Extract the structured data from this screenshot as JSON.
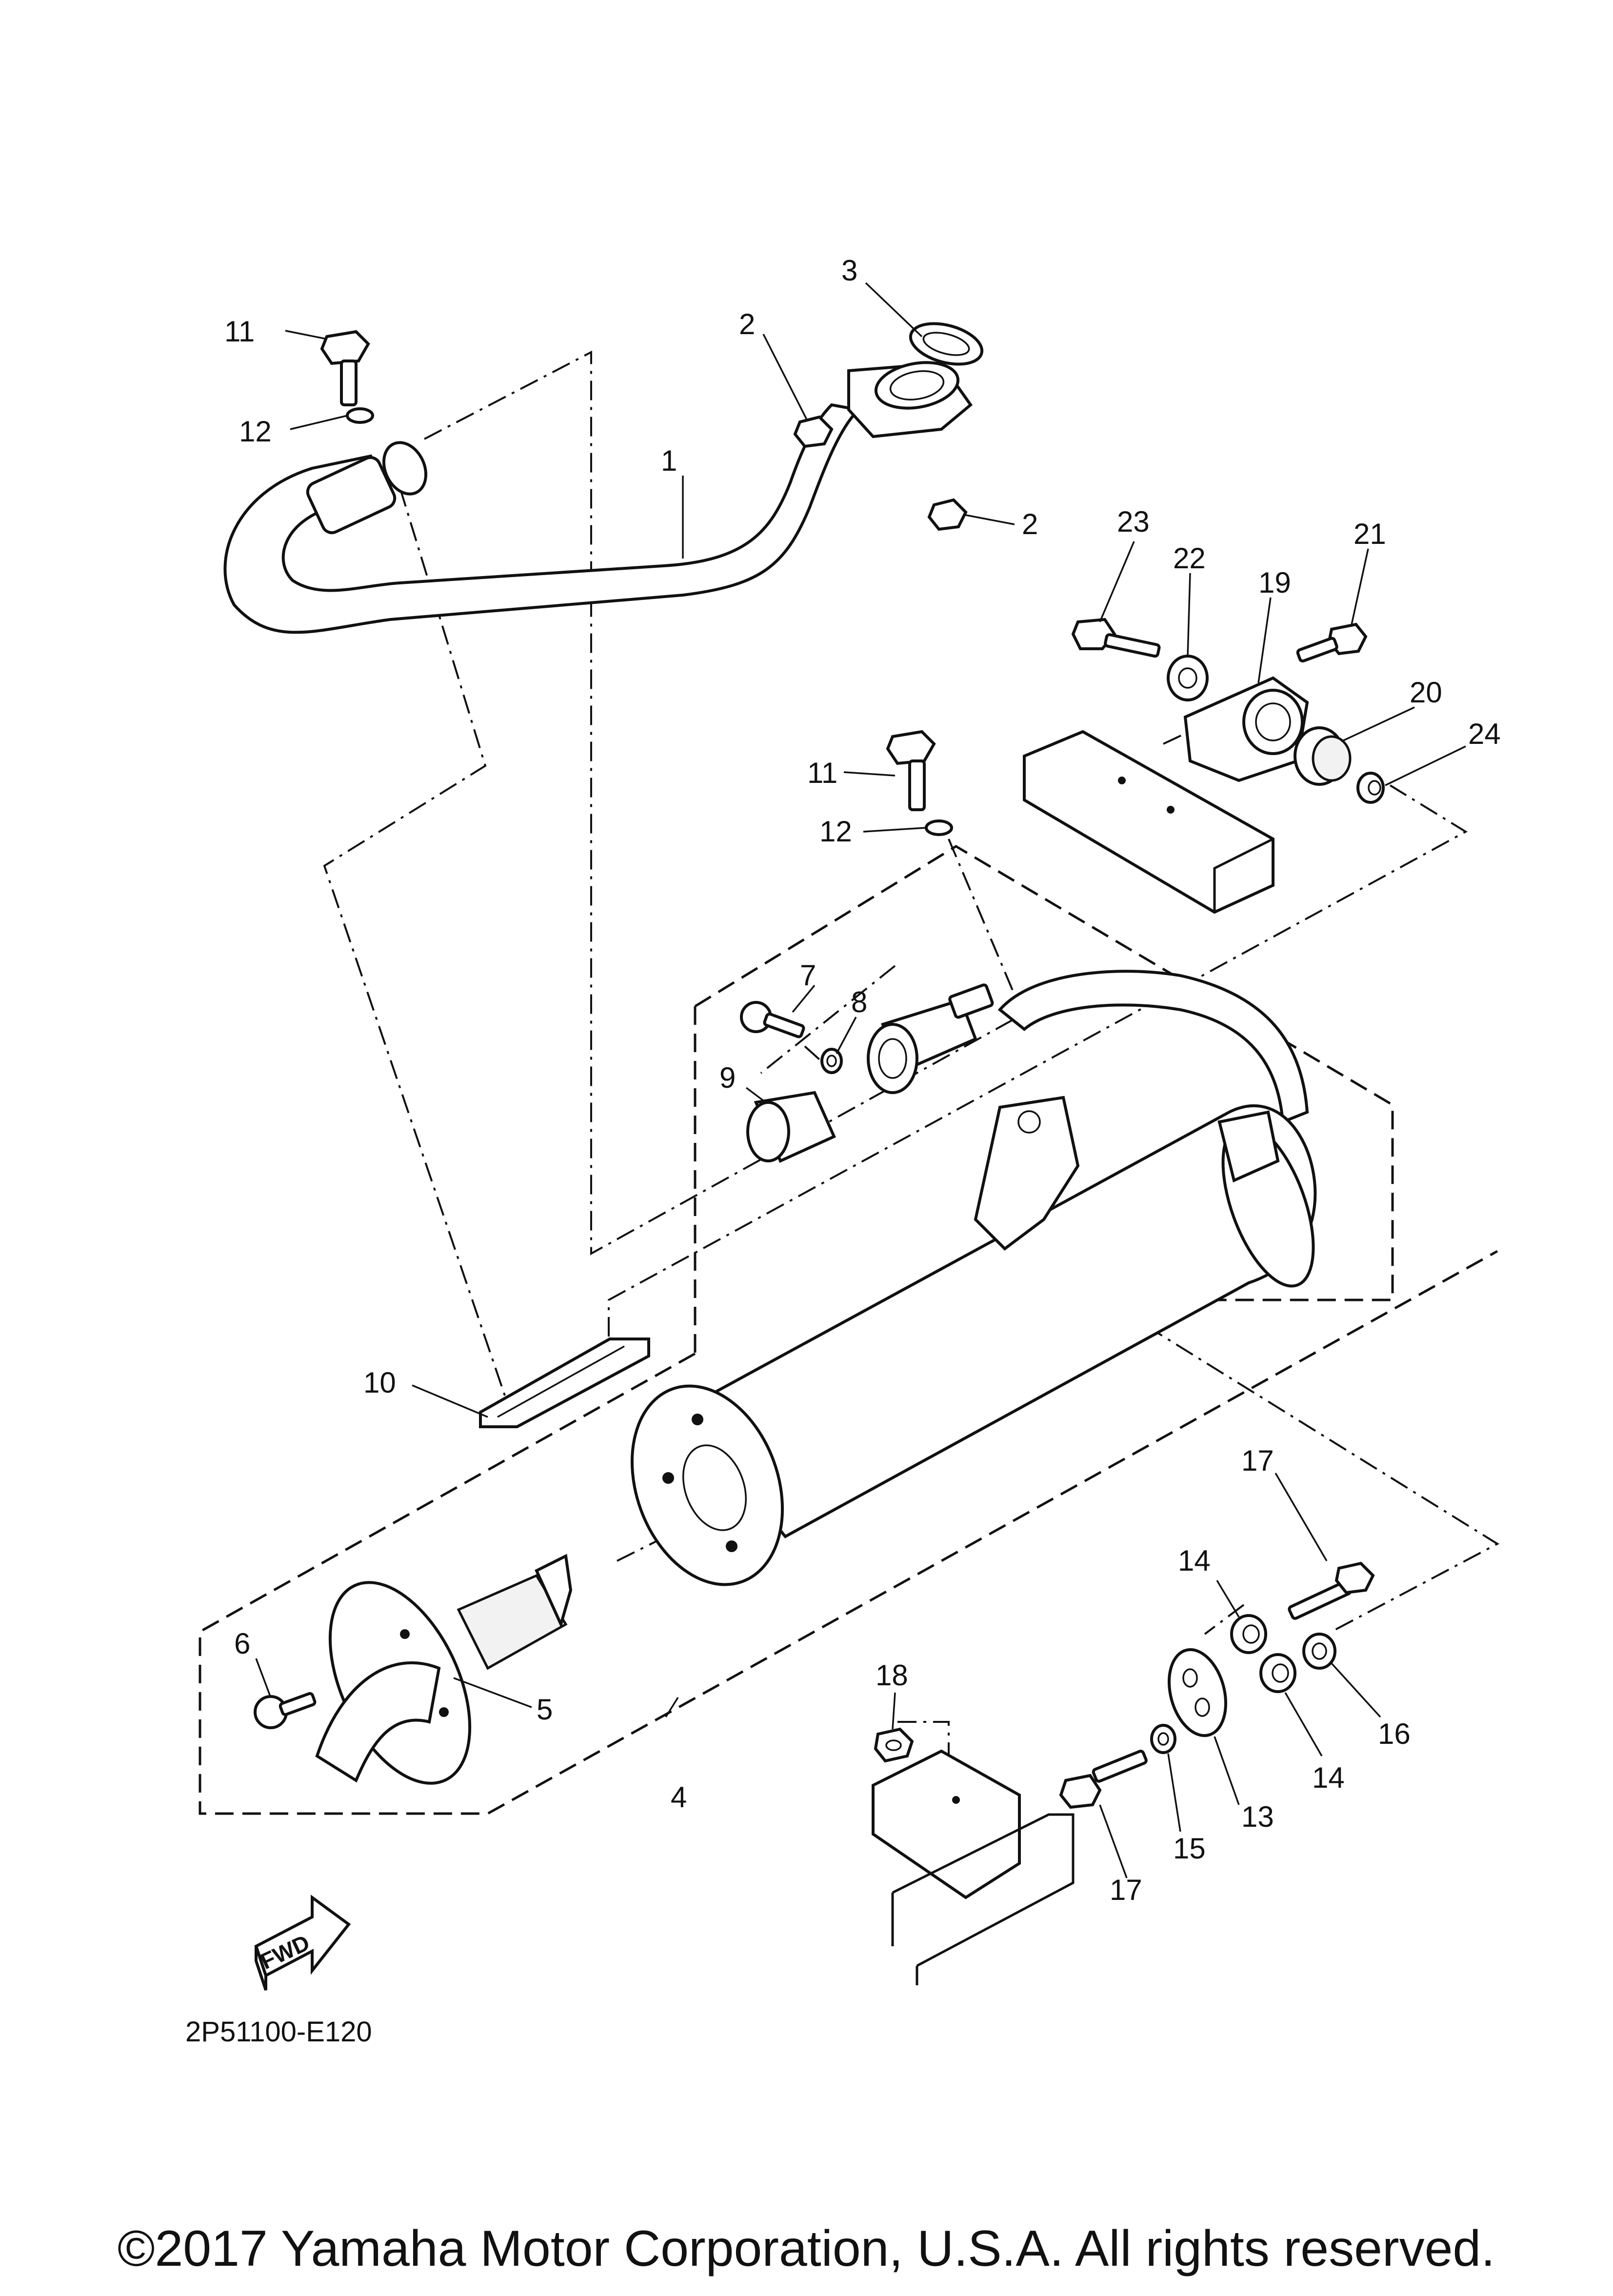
{
  "callouts": [
    {
      "id": "c1",
      "text": "1"
    },
    {
      "id": "c2a",
      "text": "2"
    },
    {
      "id": "c2b",
      "text": "2"
    },
    {
      "id": "c3",
      "text": "3"
    },
    {
      "id": "c4",
      "text": "4"
    },
    {
      "id": "c5",
      "text": "5"
    },
    {
      "id": "c6",
      "text": "6"
    },
    {
      "id": "c7",
      "text": "7"
    },
    {
      "id": "c8",
      "text": "8"
    },
    {
      "id": "c9",
      "text": "9"
    },
    {
      "id": "c10",
      "text": "10"
    },
    {
      "id": "c11a",
      "text": "11"
    },
    {
      "id": "c11b",
      "text": "11"
    },
    {
      "id": "c12a",
      "text": "12"
    },
    {
      "id": "c12b",
      "text": "12"
    },
    {
      "id": "c13",
      "text": "13"
    },
    {
      "id": "c14a",
      "text": "14"
    },
    {
      "id": "c14b",
      "text": "14"
    },
    {
      "id": "c15",
      "text": "15"
    },
    {
      "id": "c16",
      "text": "16"
    },
    {
      "id": "c17a",
      "text": "17"
    },
    {
      "id": "c17b",
      "text": "17"
    },
    {
      "id": "c18",
      "text": "18"
    },
    {
      "id": "c19",
      "text": "19"
    },
    {
      "id": "c20",
      "text": "20"
    },
    {
      "id": "c21",
      "text": "21"
    },
    {
      "id": "c22",
      "text": "22"
    },
    {
      "id": "c23",
      "text": "23"
    },
    {
      "id": "c24",
      "text": "24"
    }
  ],
  "fwd_label": "FWD",
  "diagram_code": "2P51100-E120",
  "copyright": "©2017 Yamaha Motor Corporation, U.S.A. All rights reserved."
}
